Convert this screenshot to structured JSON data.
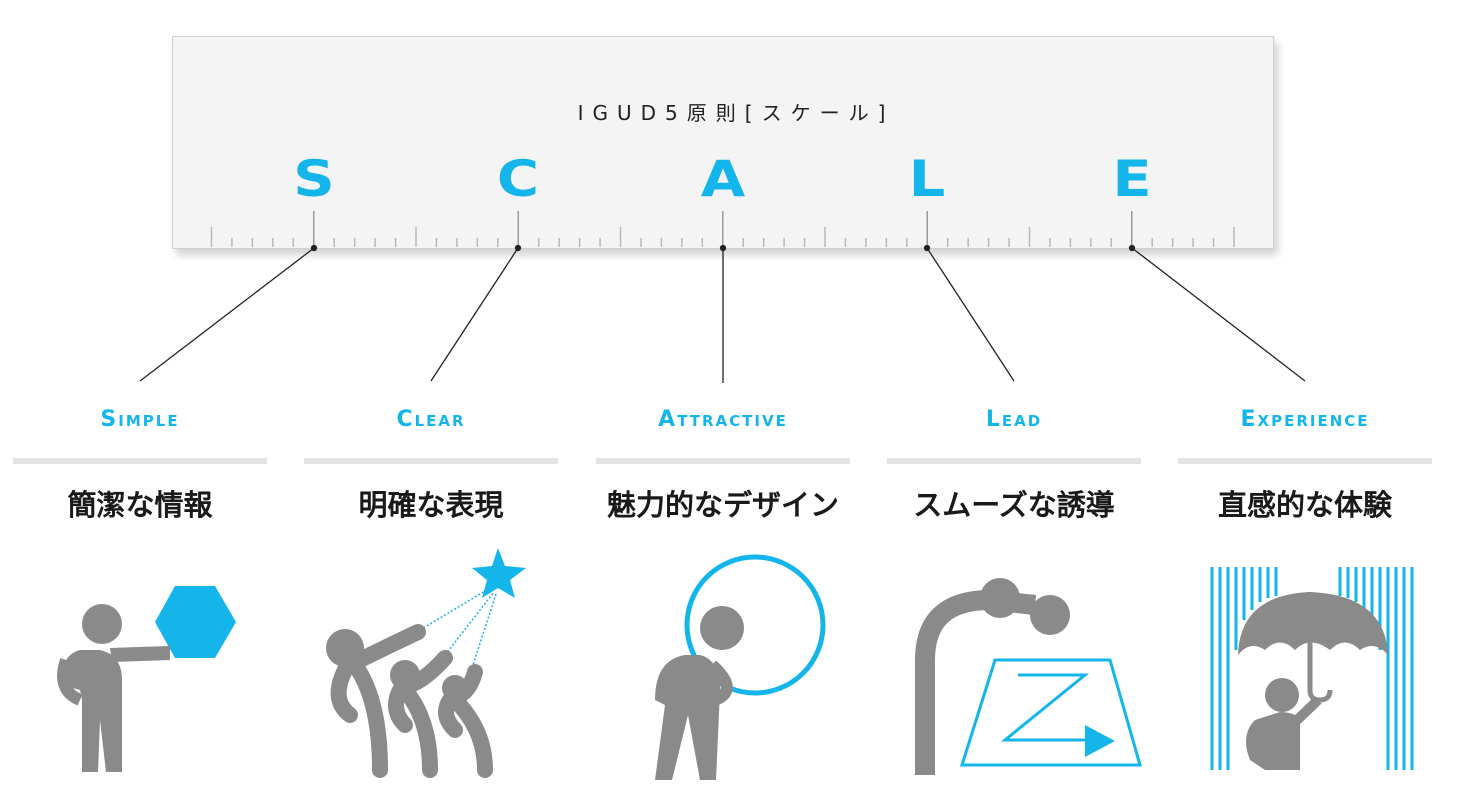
{
  "title": "IGUD5原則[スケール]",
  "colors": {
    "accent": "#13b5ea",
    "figure": "#8a8a8a",
    "ruler_bg": "#f4f4f4"
  },
  "principles": [
    {
      "letter": "S",
      "en": "Simple",
      "ja": "簡潔な情報",
      "icon": "person-holding-hexagon-icon"
    },
    {
      "letter": "C",
      "en": "Clear",
      "ja": "明確な表現",
      "icon": "people-pointing-at-star-icon"
    },
    {
      "letter": "A",
      "en": "Attractive",
      "ja": "魅力的なデザイン",
      "icon": "person-with-circle-icon"
    },
    {
      "letter": "L",
      "en": "Lead",
      "ja": "スムーズな誘導",
      "icon": "person-guiding-z-path-icon"
    },
    {
      "letter": "E",
      "en": "Experience",
      "ja": "直感的な体験",
      "icon": "person-under-umbrella-icon"
    }
  ]
}
